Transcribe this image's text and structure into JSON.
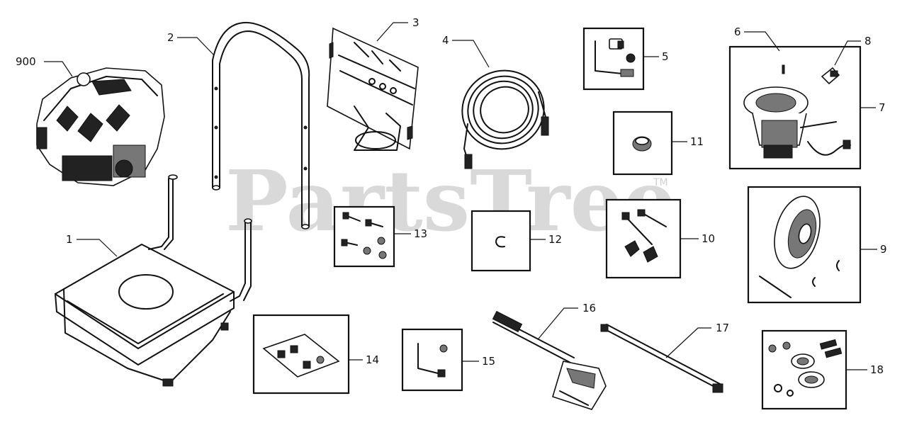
{
  "watermark": {
    "text": "PartsTree",
    "trademark": "TM"
  },
  "callouts": {
    "c900": "900",
    "c1": "1",
    "c2": "2",
    "c3": "3",
    "c4": "4",
    "c5": "5",
    "c6": "6",
    "c7": "7",
    "c8": "8",
    "c9": "9",
    "c10": "10",
    "c11": "11",
    "c12": "12",
    "c13": "13",
    "c14": "14",
    "c15": "15",
    "c16": "16",
    "c17": "17",
    "c18": "18"
  }
}
